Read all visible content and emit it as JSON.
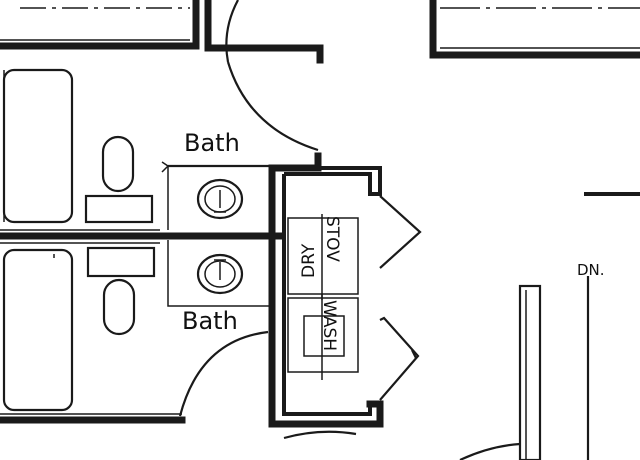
{
  "plan": {
    "bath_upper_label": "Bath",
    "bath_lower_label": "Bath",
    "dryer_label_top": "DRY",
    "dryer_label_bottom": "STOV",
    "washer_label": "WASH",
    "stair_label": "DN."
  },
  "colors": {
    "line": "#1a1a1a",
    "background": "#ffffff"
  }
}
